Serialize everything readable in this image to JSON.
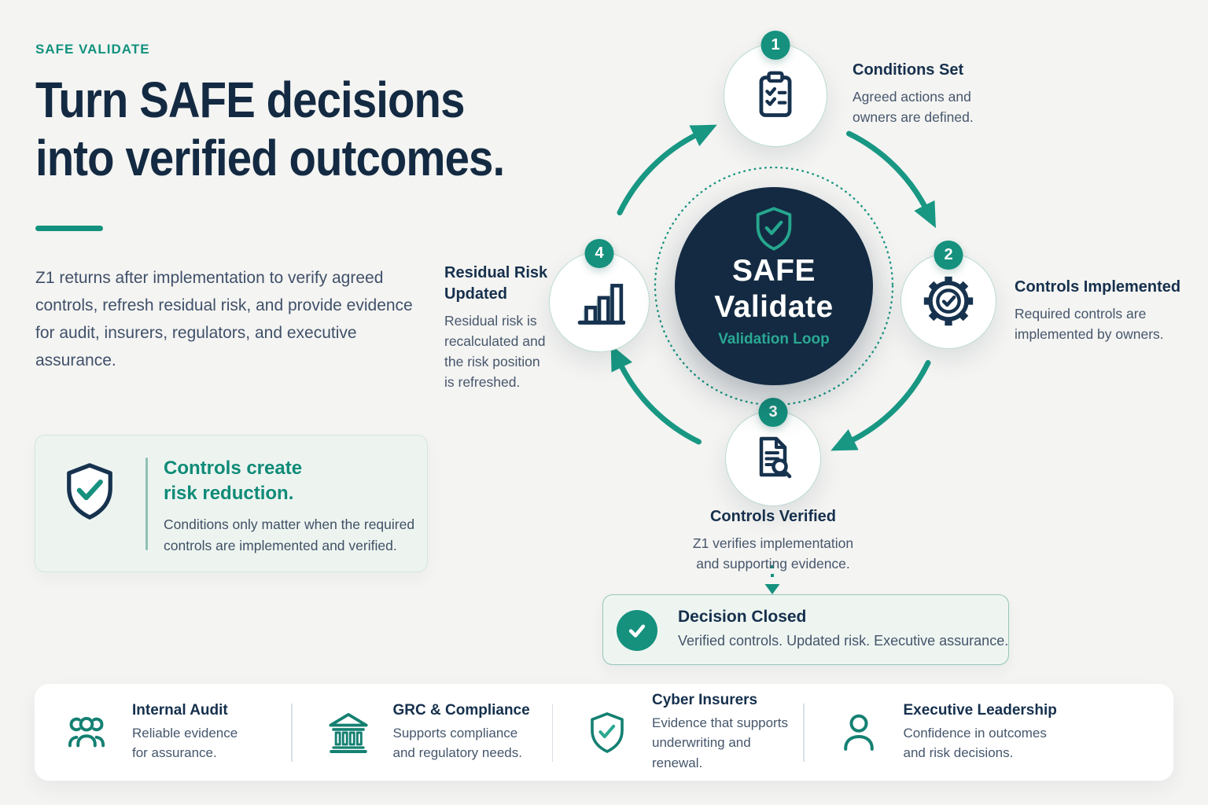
{
  "brand": {
    "eyebrow": "SAFE VALIDATE",
    "title": "Turn SAFE decisions\ninto verified outcomes.",
    "intro": "Z1 returns after implementation to verify agreed\ncontrols, refresh residual risk, and provide evidence\nfor audit, insurers, regulators, and executive\nassurance."
  },
  "callout": {
    "title": "Controls create\nrisk reduction.",
    "body": "Conditions only matter when the required\ncontrols are implemented and verified.",
    "icon": "shield-check-icon"
  },
  "loop": {
    "center": {
      "line1": "SAFE",
      "line2": "Validate",
      "subtitle": "Validation Loop",
      "icon": "shield-check-icon"
    },
    "steps": [
      {
        "number": "1",
        "title": "Conditions Set",
        "body": "Agreed actions and\nowners are defined.",
        "icon": "clipboard-checklist-icon"
      },
      {
        "number": "2",
        "title": "Controls Implemented",
        "body": "Required controls are\nimplemented by owners.",
        "icon": "gear-check-icon"
      },
      {
        "number": "3",
        "title": "Controls Verified",
        "body": "Z1 verifies implementation\nand supporting evidence.",
        "icon": "document-search-icon"
      },
      {
        "number": "4",
        "title": "Residual Risk\nUpdated",
        "body": "Residual risk is\nrecalculated and\nthe risk position\nis refreshed.",
        "icon": "bar-chart-icon"
      }
    ]
  },
  "decision": {
    "title": "Decision Closed",
    "body": "Verified controls. Updated risk. Executive assurance.",
    "icon": "check-circle-icon"
  },
  "audiences": [
    {
      "title": "Internal Audit",
      "body": "Reliable evidence\nfor assurance.",
      "icon": "people-group-icon"
    },
    {
      "title": "GRC & Compliance",
      "body": "Supports compliance\nand regulatory needs.",
      "icon": "bank-icon"
    },
    {
      "title": "Cyber Insurers",
      "body": "Evidence that supports\nunderwriting and renewal.",
      "icon": "shield-check-icon"
    },
    {
      "title": "Executive Leadership",
      "body": "Confidence in outcomes\nand risk decisions.",
      "icon": "person-icon"
    }
  ],
  "colors": {
    "teal_primary": "#15917e",
    "teal_arc": "#189783",
    "teal_dark_icons": "#148072",
    "navy": "#132a42",
    "body_text": "#45566b",
    "background": "#f4f4f2",
    "center_circle": "#132a42",
    "node_border": "#bedbd2"
  }
}
